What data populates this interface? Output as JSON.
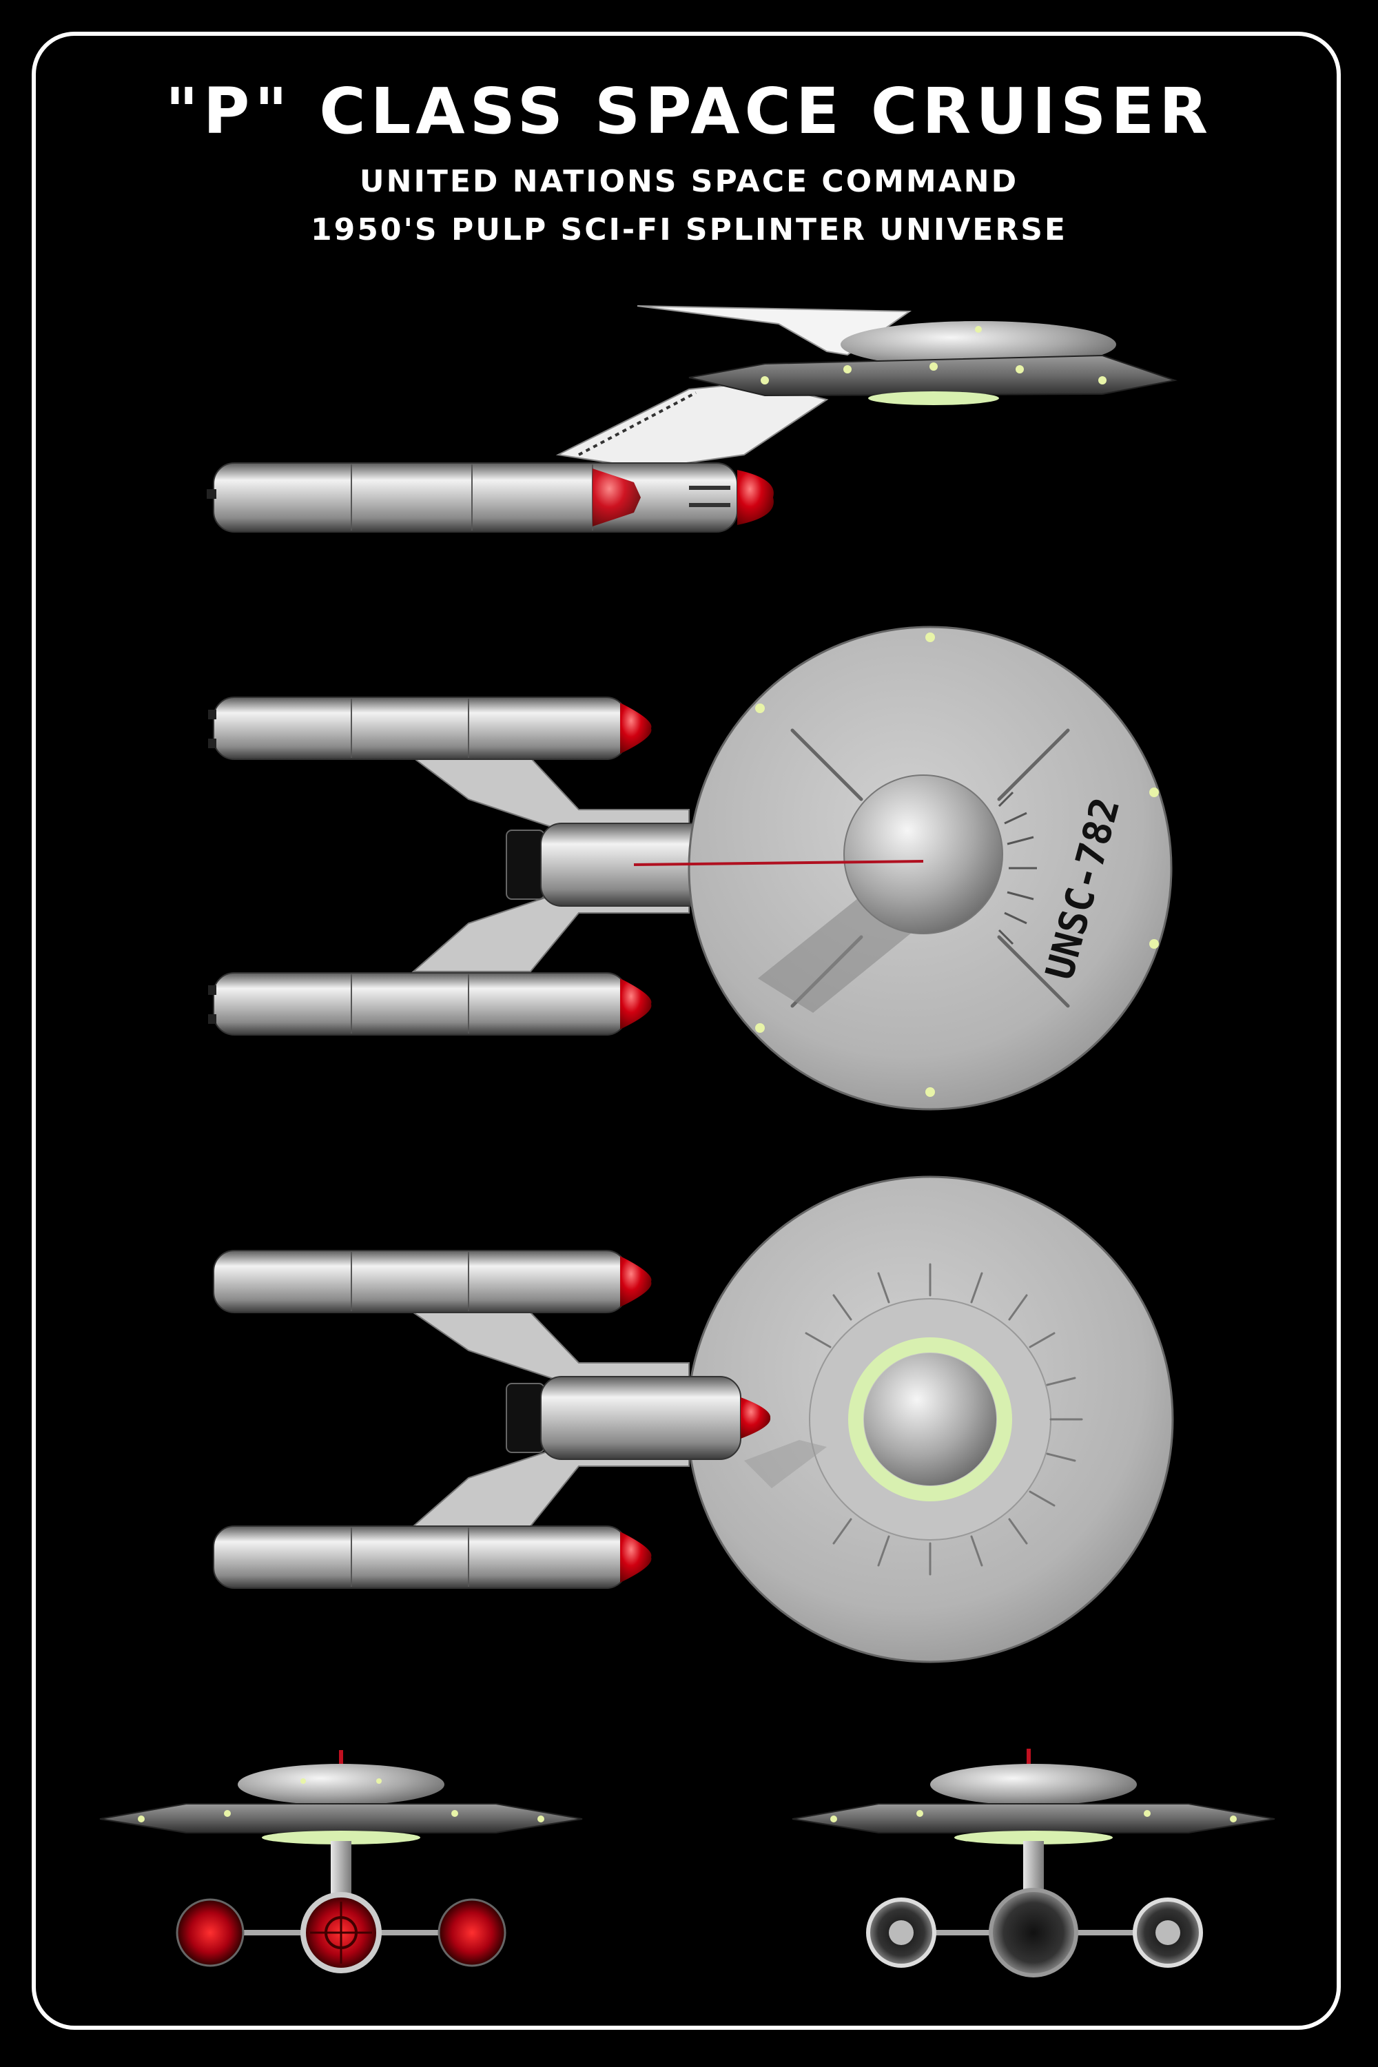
{
  "poster": {
    "title": "\"P\" CLASS SPACE CRUISER",
    "subtitle_1": "UNITED NATIONS SPACE COMMAND",
    "subtitle_2": "1950'S PULP SCI-FI SPLINTER UNIVERSE"
  },
  "ship": {
    "registry": "UNSC-782"
  },
  "colors": {
    "background": "#000000",
    "frame": "#ffffff",
    "hull": "#b8b8b8",
    "nose_cone": "#cc0010",
    "glow": "#d8f0b0"
  },
  "views": [
    "side-view",
    "top-view",
    "bottom-view",
    "front-view",
    "rear-view"
  ]
}
